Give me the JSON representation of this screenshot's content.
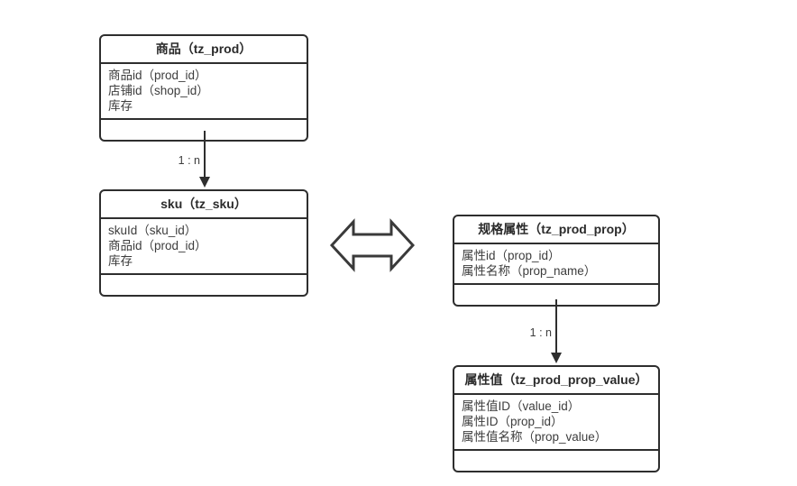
{
  "diagram": {
    "entities": [
      {
        "id": "prod",
        "title": "商品（tz_prod）",
        "fields": [
          "商品id（prod_id）",
          "店铺id（shop_id）",
          "库存"
        ]
      },
      {
        "id": "sku",
        "title": "sku（tz_sku）",
        "fields": [
          "skuId（sku_id）",
          "商品id（prod_id）",
          "库存"
        ]
      },
      {
        "id": "prop",
        "title": "规格属性（tz_prod_prop）",
        "fields": [
          "属性id（prop_id）",
          "属性名称（prop_name）"
        ]
      },
      {
        "id": "prop_value",
        "title": "属性值（tz_prod_prop_value）",
        "fields": [
          "属性值ID（value_id）",
          "属性ID（prop_id）",
          "属性值名称（prop_value）"
        ]
      }
    ],
    "connectors": [
      {
        "id": "prod-to-sku",
        "label": "1 : n",
        "from": "prod",
        "to": "sku"
      },
      {
        "id": "prop-to-prop-value",
        "label": "1 : n",
        "from": "prop",
        "to": "prop_value"
      }
    ],
    "relation_symbol": "double-headed-arrow",
    "colors": {
      "stroke": "#2e2e2e",
      "text": "#3d3d3d",
      "title_text": "#2b2b2b",
      "background": "#ffffff"
    }
  }
}
